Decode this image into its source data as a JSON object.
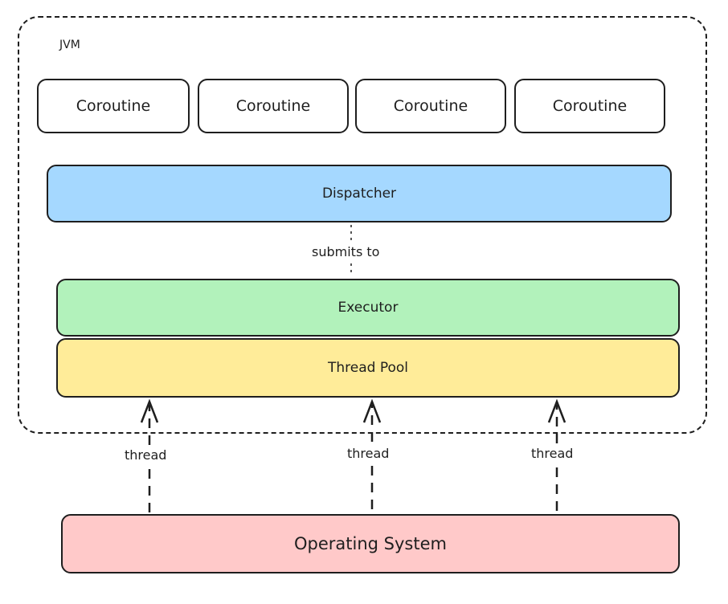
{
  "diagram": {
    "container_label": "JVM",
    "coroutines": [
      "Coroutine",
      "Coroutine",
      "Coroutine",
      "Coroutine"
    ],
    "dispatcher": "Dispatcher",
    "submits_label": "submits to",
    "executor": "Executor",
    "thread_pool": "Thread Pool",
    "operating_system": "Operating System",
    "thread_labels": [
      "thread",
      "thread",
      "thread"
    ],
    "colors": {
      "stroke": "#1e1e1e",
      "dispatcher_fill": "#a5d8ff",
      "executor_fill": "#b2f2bb",
      "thread_pool_fill": "#ffec99",
      "os_fill": "#ffc9c9",
      "coroutine_fill": "#ffffff"
    }
  }
}
